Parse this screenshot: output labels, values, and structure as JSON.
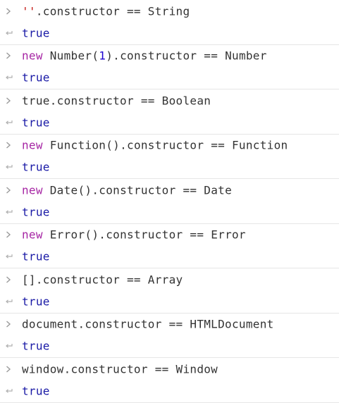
{
  "console": {
    "entries": [
      {
        "input": [
          {
            "t": "''",
            "c": "str"
          },
          {
            "t": ".constructor == String",
            "c": "plain"
          }
        ],
        "output": "true"
      },
      {
        "input": [
          {
            "t": "new",
            "c": "kw"
          },
          {
            "t": " Number(",
            "c": "plain"
          },
          {
            "t": "1",
            "c": "num"
          },
          {
            "t": ").constructor == Number",
            "c": "plain"
          }
        ],
        "output": "true"
      },
      {
        "input": [
          {
            "t": "true.constructor == Boolean",
            "c": "plain"
          }
        ],
        "output": "true"
      },
      {
        "input": [
          {
            "t": "new",
            "c": "kw"
          },
          {
            "t": " Function().constructor == Function",
            "c": "plain"
          }
        ],
        "output": "true"
      },
      {
        "input": [
          {
            "t": "new",
            "c": "kw"
          },
          {
            "t": " Date().constructor == Date",
            "c": "plain"
          }
        ],
        "output": "true"
      },
      {
        "input": [
          {
            "t": "new",
            "c": "kw"
          },
          {
            "t": " Error().constructor == Error",
            "c": "plain"
          }
        ],
        "output": "true"
      },
      {
        "input": [
          {
            "t": "[].constructor == Array",
            "c": "plain"
          }
        ],
        "output": "true"
      },
      {
        "input": [
          {
            "t": "document.constructor == HTMLDocument",
            "c": "plain"
          }
        ],
        "output": "true"
      },
      {
        "input": [
          {
            "t": "window.constructor == Window",
            "c": "plain"
          }
        ],
        "output": "true"
      }
    ]
  },
  "colors": {
    "keyword": "#a626a4",
    "string": "#c41a16",
    "number": "#1c00cf",
    "boolean": "#1a1aa6",
    "text": "#333333",
    "prompt": "#9a9a9a",
    "divider": "#e6e6e6"
  },
  "icons": {
    "input_prompt": "chevron-right-icon",
    "output_prompt": "return-arrow-icon"
  }
}
